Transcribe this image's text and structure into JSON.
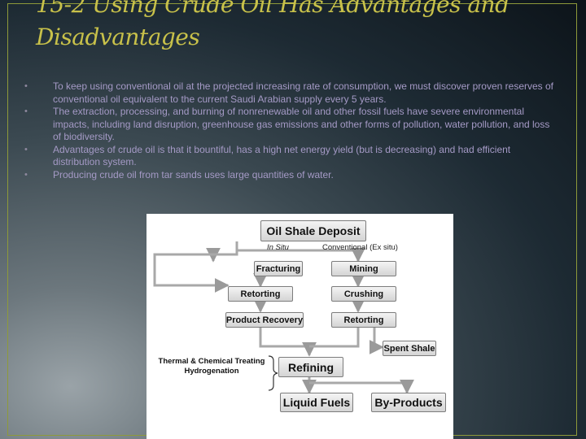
{
  "slide": {
    "title": "15-2 Using Crude Oil Has Advantages and Disadvantages",
    "bullets": [
      "To keep using conventional oil at the projected increasing rate of consumption, we must discover proven reserves of conventional oil equivalent to the current Saudi Arabian supply every 5 years.",
      "The extraction, processing, and burning of nonrenewable oil and other fossil fuels have severe environmental impacts, including land disruption, greenhouse gas emissions and other forms of pollution, water pollution, and loss of biodiversity.",
      "Advantages of crude oil is that it bountiful, has a high net energy yield (but is decreasing) and had efficient distribution system.",
      "Producing crude oil from tar sands uses large quantities of water."
    ],
    "bullet_symbol": "•"
  },
  "diagram": {
    "top": "Oil Shale Deposit",
    "branch_left": "In Situ",
    "branch_right": "Conventional (Ex situ)",
    "left_steps": [
      "Fracturing",
      "Retorting",
      "Product Recovery"
    ],
    "right_steps": [
      "Mining",
      "Crushing",
      "Retorting"
    ],
    "spent": "Spent Shale",
    "treatment_line1": "Thermal & Chemical Treating",
    "treatment_line2": "Hydrogenation",
    "refining": "Refining",
    "liquid": "Liquid Fuels",
    "byproducts": "By-Products"
  }
}
